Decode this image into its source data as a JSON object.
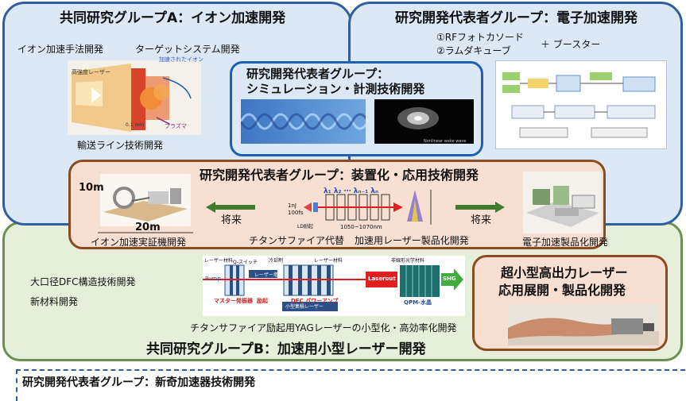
{
  "groupA": {
    "title": "共同研究グループA：イオン加速開発",
    "ion_method": "イオン加速手法開発",
    "target_system": "ターゲットシステム開発",
    "transport_line": "輸送ライン技術開発",
    "img_label_laser": "高強度レーザー",
    "img_label_ion": "加速されたイオン",
    "img_label_plasma": "プラズマ",
    "img_label_scale": "0.1 mm"
  },
  "electron": {
    "title": "研究開発代表者グループ：電子加速開発",
    "item1": "①RFフォトカソード",
    "item2": "②ラムダキューブ",
    "plus_booster": "＋ ブースター"
  },
  "simulation": {
    "title_line1": "研究開発代表者グループ：",
    "title_line2": "シミュレーション・計測技術開発",
    "img_caption": "Nonlinear wake wave"
  },
  "device": {
    "title": "研究開発代表者グループ：装置化・応用技術開発",
    "label_10m": "10m",
    "label_20m": "20m",
    "future_left": "将来",
    "future_right": "将来",
    "ion_demo": "イオン加速実証機開発",
    "electron_product": "電子加速製品化開発",
    "ti_sapphire": "チタンサファイア代替",
    "laser_product": "加速用レーザー製品化開発",
    "lambda_seq": "λ₁ λ₂ ⋯ λₙ₋₁ λₙ",
    "wavelength": "1050~1070nm",
    "energy": "1nJ",
    "pulse": "100fs",
    "ld": "LD励起"
  },
  "groupB": {
    "title": "共同研究グループB：加速用小型レーザー開発",
    "dfc": "大口径DFC構造技術開発",
    "new_material": "新材料開発",
    "yag_dev": "チタンサファイア励起用YAGレーザーの小型化・高効率化開発",
    "diagram": {
      "laser_material": "レーザー材料",
      "q_switch": "Q-スイッチ",
      "coolant": "冷却剤",
      "laser_material2": "レーザー材料",
      "nonlinear": "非線形光学材料",
      "pump": "Pump",
      "laser_amp": "レーザー増力",
      "master_osc": "マスター発振器",
      "excite": "励起",
      "dfc_amp": "DFC パワーアンプ",
      "laser_out": "Laserout",
      "qpm": "QPM-水晶",
      "shg": "SHG",
      "compact": "小型集積レーザー"
    }
  },
  "ultra": {
    "line1": "超小型高出力レーザー",
    "line2": "応用展開・製品化開発"
  },
  "novel": {
    "title": "研究開発代表者グループ：新奇加速器技術開発"
  },
  "colors": {
    "blue_border": "#2f5f9e",
    "blue_fill": "#dce8f5",
    "green_border": "#6e8f4f",
    "green_fill": "#e7efdc",
    "brown_border": "#8a4b22",
    "pink_fill": "#f7e0d4",
    "dark_green_arrow": "#3f7a2e"
  }
}
